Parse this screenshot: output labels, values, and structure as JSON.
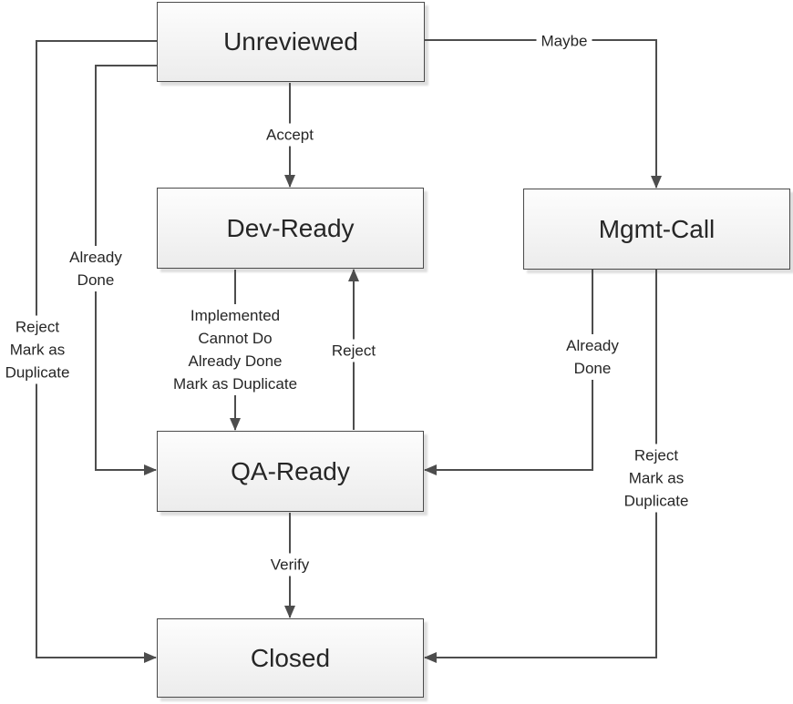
{
  "diagram": {
    "type": "flowchart",
    "nodes": [
      {
        "id": "unreviewed",
        "label": "Unreviewed"
      },
      {
        "id": "dev-ready",
        "label": "Dev-Ready"
      },
      {
        "id": "mgmt-call",
        "label": "Mgmt-Call"
      },
      {
        "id": "qa-ready",
        "label": "QA-Ready"
      },
      {
        "id": "closed",
        "label": "Closed"
      }
    ],
    "edges": [
      {
        "from": "unreviewed",
        "to": "dev-ready",
        "label": "Accept"
      },
      {
        "from": "unreviewed",
        "to": "mgmt-call",
        "label": "Maybe"
      },
      {
        "from": "unreviewed",
        "to": "qa-ready",
        "label": "Already\nDone"
      },
      {
        "from": "unreviewed",
        "to": "closed",
        "label": "Reject\nMark as\nDuplicate"
      },
      {
        "from": "dev-ready",
        "to": "qa-ready",
        "label": "Implemented\nCannot Do\nAlready Done\nMark as Duplicate"
      },
      {
        "from": "qa-ready",
        "to": "dev-ready",
        "label": "Reject"
      },
      {
        "from": "mgmt-call",
        "to": "qa-ready",
        "label": "Already\nDone"
      },
      {
        "from": "mgmt-call",
        "to": "closed",
        "label": "Reject\nMark as\nDuplicate"
      },
      {
        "from": "qa-ready",
        "to": "closed",
        "label": "Verify"
      }
    ],
    "colors": {
      "connector": "#4d4d4d",
      "node_border": "#4a4a4a",
      "node_fill_top": "#fdfdfd",
      "node_fill_bottom": "#ececec",
      "text": "#262626",
      "background": "#ffffff",
      "shadow": "#dedede"
    }
  }
}
